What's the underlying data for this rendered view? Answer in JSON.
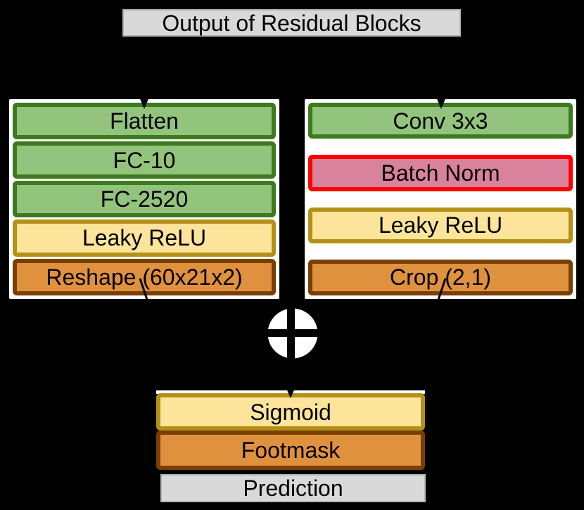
{
  "title": {
    "label": "Output of Residual Blocks"
  },
  "left_branch": {
    "layers": [
      {
        "label": "Flatten",
        "type": "green"
      },
      {
        "label": "FC-10",
        "type": "green"
      },
      {
        "label": "FC-2520",
        "type": "green"
      },
      {
        "label": "Leaky ReLU",
        "type": "yellow"
      },
      {
        "label": "Reshape (60x21x2)",
        "type": "orange"
      }
    ]
  },
  "right_branch": {
    "layers": [
      {
        "label": "Conv 3x3",
        "type": "green"
      },
      {
        "label": "Batch Norm",
        "type": "pink"
      },
      {
        "label": "Leaky ReLU",
        "type": "yellow"
      },
      {
        "label": "Crop (2,1)",
        "type": "orange"
      }
    ]
  },
  "merge": {
    "operation": "elementwise-add"
  },
  "output_stack": {
    "layers": [
      {
        "label": "Sigmoid",
        "type": "yellow"
      },
      {
        "label": "Footmask",
        "type": "orange"
      }
    ]
  },
  "prediction": {
    "label": "Prediction"
  },
  "colors": {
    "background": "#000000",
    "container_bg": "#ffffff",
    "gray_fill": "#d9d9d9",
    "gray_border": "#b3b3b3",
    "green_fill": "#93c47d",
    "green_border": "#3c7a1e",
    "yellow_fill": "#fde49b",
    "yellow_border": "#b39016",
    "orange_fill": "#e0913d",
    "orange_border": "#783f04",
    "pink_fill": "#d9829d",
    "pink_border": "#ff0000",
    "arrow": "#000000",
    "merge_fill": "#ffffff"
  }
}
